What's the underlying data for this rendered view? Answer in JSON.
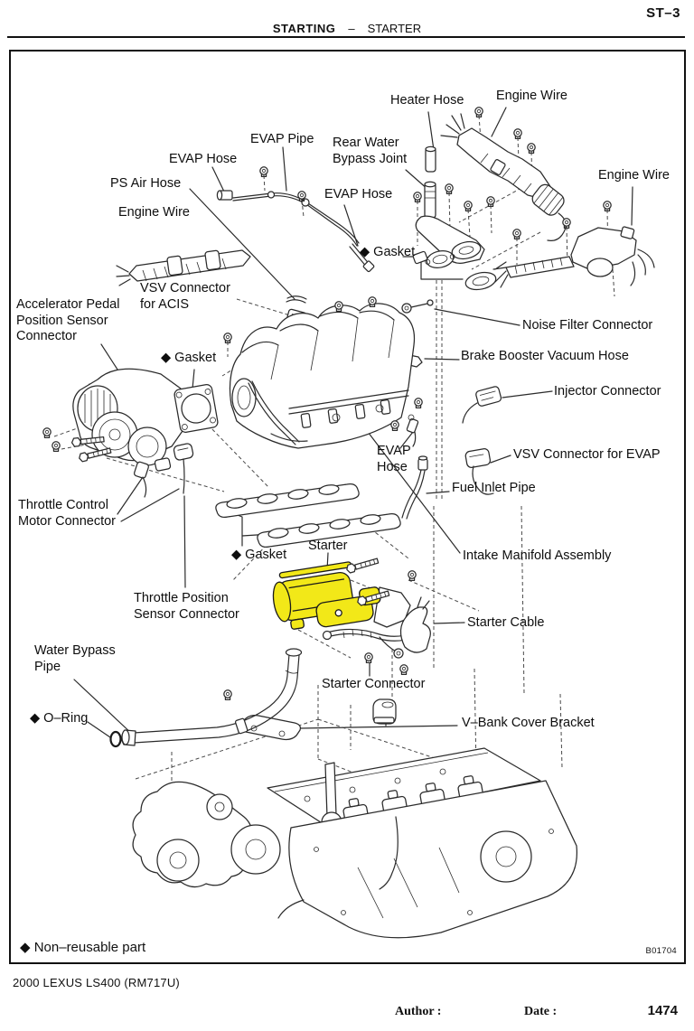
{
  "page": {
    "code": "ST–3",
    "section": "STARTING",
    "separator": "–",
    "subsection": "STARTER",
    "model_line": "2000 LEXUS LS400   (RM717U)",
    "author_label": "Author :",
    "date_label": "Date :",
    "page_number": "1474"
  },
  "diagram": {
    "figure_code": "B01704",
    "legend": "◆ Non–reusable part",
    "highlighted_part": "Starter",
    "labels": {
      "heater_hose": "Heater Hose",
      "engine_wire_top": "Engine Wire",
      "evap_pipe": "EVAP Pipe",
      "rear_water_bypass_joint": "Rear Water\nBypass Joint",
      "evap_hose_left": "EVAP Hose",
      "engine_wire_right": "Engine Wire",
      "ps_air_hose": "PS Air Hose",
      "evap_hose_mid": "EVAP Hose",
      "engine_wire_left": "Engine Wire",
      "gasket_top": "◆ Gasket",
      "vsv_acis": "VSV Connector\nfor ACIS",
      "accel_pedal": "Accelerator Pedal\nPosition Sensor\nConnector",
      "noise_filter": "Noise Filter Connector",
      "brake_booster": "Brake Booster Vacuum Hose",
      "gasket_left": "◆ Gasket",
      "injector_connector": "Injector Connector",
      "vsv_evap": "VSV Connector for EVAP",
      "evap_hose_center": "EVAP\nHose",
      "fuel_inlet_pipe": "Fuel Inlet Pipe",
      "throttle_control": "Throttle Control\nMotor Connector",
      "gasket_manifold": "◆ Gasket",
      "starter": "Starter",
      "intake_manifold": "Intake Manifold Assembly",
      "throttle_position": "Throttle Position\nSensor Connector",
      "starter_cable": "Starter Cable",
      "water_bypass_pipe": "Water Bypass\nPipe",
      "starter_connector": "Starter Connector",
      "o_ring": "◆ O–Ring",
      "v_bank": "V–Bank Cover Bracket"
    }
  },
  "colors": {
    "starter_highlight": "#f2e818",
    "line": "#2b2b2b",
    "background": "#ffffff"
  }
}
